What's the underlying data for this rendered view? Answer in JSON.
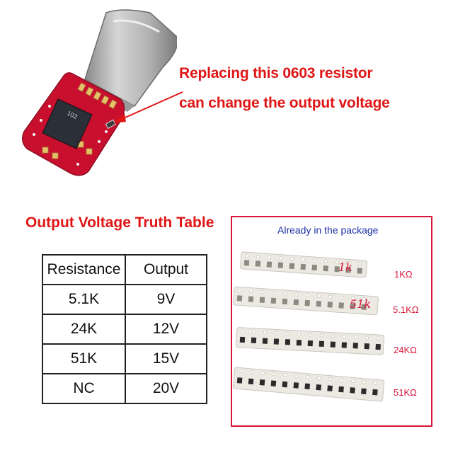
{
  "callout": {
    "line1": "Replacing this 0603 resistor",
    "line2": "can change the output voltage"
  },
  "board": {
    "chip_marking": "102"
  },
  "truth_table": {
    "title": "Output Voltage Truth Table",
    "headers": [
      "Resistance",
      "Output"
    ],
    "rows": [
      [
        "5.1K",
        "9V"
      ],
      [
        "24K",
        "12V"
      ],
      [
        "51K",
        "15V"
      ],
      [
        "NC",
        "20V"
      ]
    ]
  },
  "package": {
    "title": "Already in the package",
    "strips": [
      {
        "label": "1KΩ",
        "handwritten": "1k"
      },
      {
        "label": "5.1KΩ",
        "handwritten": "51k"
      },
      {
        "label": "24KΩ"
      },
      {
        "label": "51KΩ"
      }
    ]
  },
  "colors": {
    "accent_red": "#e01616",
    "title_blue": "#1c2fa6",
    "pcb_red": "#c8102e"
  }
}
